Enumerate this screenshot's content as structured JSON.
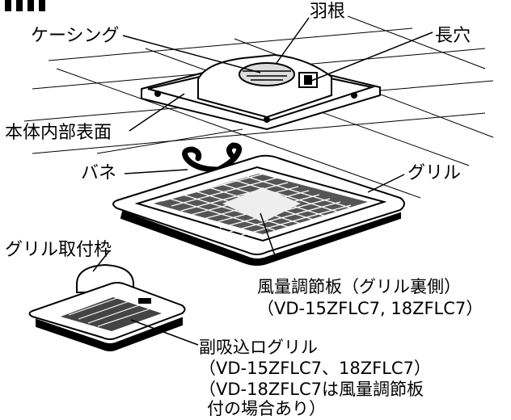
{
  "labels": {
    "hane": "羽根",
    "casing": "ケーシング",
    "nagaana": "長穴",
    "honta_naibu": "本体内部表面",
    "bane": "バネ",
    "grille": "グリル",
    "grille_waku": "グリル取付枠",
    "furyo_line1": "風量調節板（グリル裏側）",
    "furyo_line2": "（VD-15ZFLC7, 18ZFLC7）",
    "fuku_line1": "副吸込ログリル",
    "fuku_line2": "（VD-15ZFLC7、18ZFLC7）",
    "fuku_line3": "（VD-18ZFLC7は風量調節板",
    "fuku_line4": "付の場合あり）"
  },
  "header_mark": "【 】"
}
